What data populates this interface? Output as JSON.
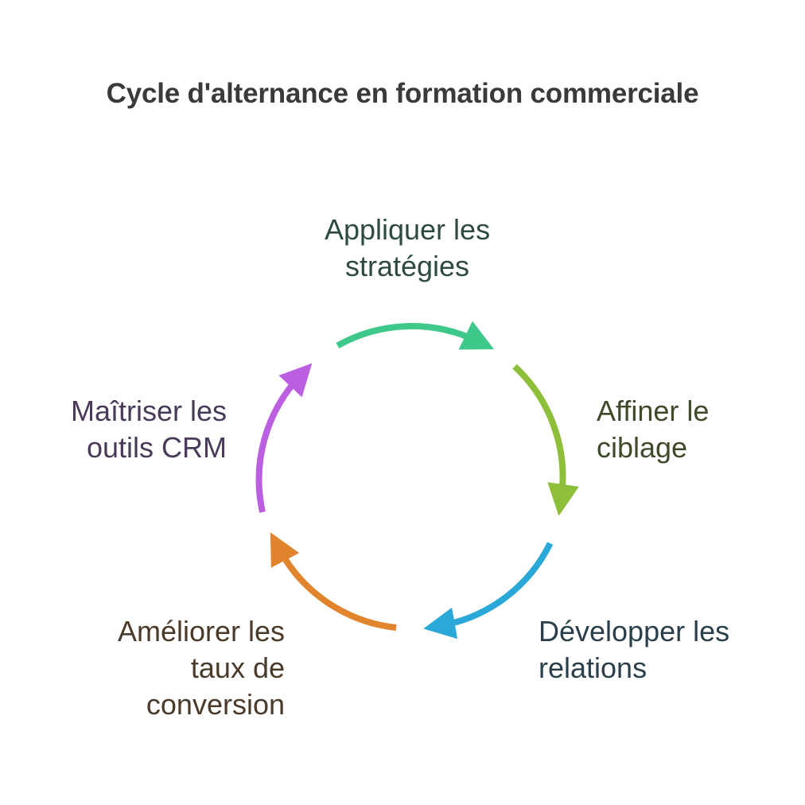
{
  "title": "Cycle d'alternance en formation commerciale",
  "steps": [
    {
      "name": "appliquer",
      "lines": [
        "Appliquer les",
        "stratégies"
      ],
      "arrow_color": "#3ec98a",
      "text_color": "#2f4a3f"
    },
    {
      "name": "affiner",
      "lines": [
        "Affiner le",
        "ciblage"
      ],
      "arrow_color": "#8dbf3a",
      "text_color": "#3e4a2a"
    },
    {
      "name": "developper",
      "lines": [
        "Développer les",
        "relations"
      ],
      "arrow_color": "#2aa9d8",
      "text_color": "#2b3f4a"
    },
    {
      "name": "ameliorer",
      "lines": [
        "Améliorer les",
        "taux de",
        "conversion"
      ],
      "arrow_color": "#e0852e",
      "text_color": "#4a3a2a"
    },
    {
      "name": "maitriser",
      "lines": [
        "Maîtriser les",
        "outils CRM"
      ],
      "arrow_color": "#bb5fe0",
      "text_color": "#4a3a5a"
    }
  ]
}
